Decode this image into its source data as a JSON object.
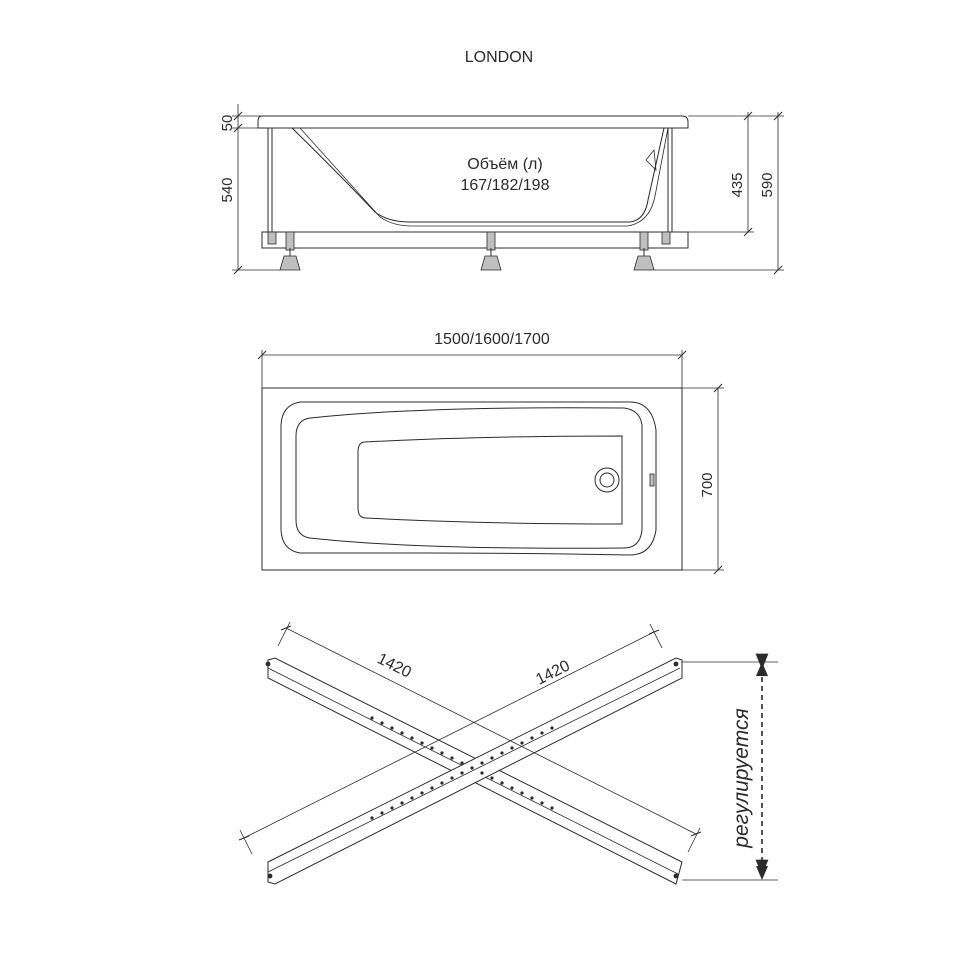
{
  "title": "LONDON",
  "side_view": {
    "volume_label": "Объём (л)",
    "volume_values": "167/182/198",
    "dim_rim": "50",
    "dim_body": "540",
    "dim_depth": "435",
    "dim_total": "590"
  },
  "top_view": {
    "dim_length": "1500/1600/1700",
    "dim_width": "700"
  },
  "frame_view": {
    "dim_beam_left": "1420",
    "dim_beam_right": "1420",
    "adjustable_label": "регулируется"
  }
}
